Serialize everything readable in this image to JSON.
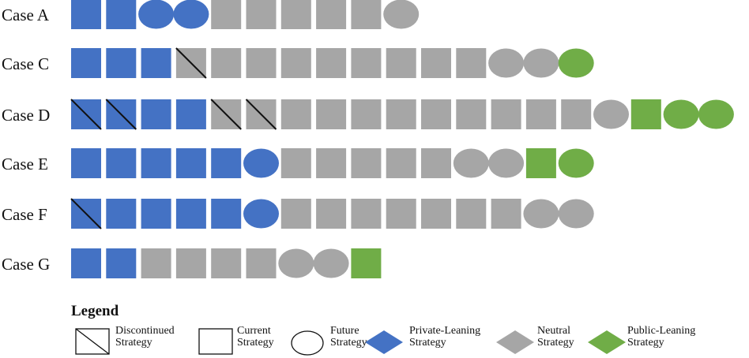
{
  "colors": {
    "private": "#4472c4",
    "neutral": "#a6a6a6",
    "public": "#70ad47",
    "outline": "#111111"
  },
  "rows": [
    {
      "label": "Case A",
      "items": [
        {
          "shape": "square",
          "lean": "private"
        },
        {
          "shape": "square",
          "lean": "private"
        },
        {
          "shape": "ellipse",
          "lean": "private"
        },
        {
          "shape": "ellipse",
          "lean": "private"
        },
        {
          "shape": "square",
          "lean": "neutral"
        },
        {
          "shape": "square",
          "lean": "neutral"
        },
        {
          "shape": "square",
          "lean": "neutral"
        },
        {
          "shape": "square",
          "lean": "neutral"
        },
        {
          "shape": "square",
          "lean": "neutral"
        },
        {
          "shape": "ellipse",
          "lean": "neutral"
        }
      ]
    },
    {
      "label": "Case C",
      "items": [
        {
          "shape": "square",
          "lean": "private"
        },
        {
          "shape": "square",
          "lean": "private"
        },
        {
          "shape": "square",
          "lean": "private"
        },
        {
          "shape": "square",
          "lean": "neutral",
          "discontinued": true
        },
        {
          "shape": "square",
          "lean": "neutral"
        },
        {
          "shape": "square",
          "lean": "neutral"
        },
        {
          "shape": "square",
          "lean": "neutral"
        },
        {
          "shape": "square",
          "lean": "neutral"
        },
        {
          "shape": "square",
          "lean": "neutral"
        },
        {
          "shape": "square",
          "lean": "neutral"
        },
        {
          "shape": "square",
          "lean": "neutral"
        },
        {
          "shape": "square",
          "lean": "neutral"
        },
        {
          "shape": "ellipse",
          "lean": "neutral"
        },
        {
          "shape": "ellipse",
          "lean": "neutral"
        },
        {
          "shape": "ellipse",
          "lean": "public"
        }
      ]
    },
    {
      "label": "Case D",
      "items": [
        {
          "shape": "square",
          "lean": "private",
          "discontinued": true
        },
        {
          "shape": "square",
          "lean": "private",
          "discontinued": true
        },
        {
          "shape": "square",
          "lean": "private"
        },
        {
          "shape": "square",
          "lean": "private"
        },
        {
          "shape": "square",
          "lean": "neutral",
          "discontinued": true
        },
        {
          "shape": "square",
          "lean": "neutral",
          "discontinued": true
        },
        {
          "shape": "square",
          "lean": "neutral"
        },
        {
          "shape": "square",
          "lean": "neutral"
        },
        {
          "shape": "square",
          "lean": "neutral"
        },
        {
          "shape": "square",
          "lean": "neutral"
        },
        {
          "shape": "square",
          "lean": "neutral"
        },
        {
          "shape": "square",
          "lean": "neutral"
        },
        {
          "shape": "square",
          "lean": "neutral"
        },
        {
          "shape": "square",
          "lean": "neutral"
        },
        {
          "shape": "square",
          "lean": "neutral"
        },
        {
          "shape": "ellipse",
          "lean": "neutral"
        },
        {
          "shape": "square",
          "lean": "public"
        },
        {
          "shape": "ellipse",
          "lean": "public"
        },
        {
          "shape": "ellipse",
          "lean": "public"
        }
      ]
    },
    {
      "label": "Case E",
      "items": [
        {
          "shape": "square",
          "lean": "private"
        },
        {
          "shape": "square",
          "lean": "private"
        },
        {
          "shape": "square",
          "lean": "private"
        },
        {
          "shape": "square",
          "lean": "private"
        },
        {
          "shape": "square",
          "lean": "private"
        },
        {
          "shape": "ellipse",
          "lean": "private"
        },
        {
          "shape": "square",
          "lean": "neutral"
        },
        {
          "shape": "square",
          "lean": "neutral"
        },
        {
          "shape": "square",
          "lean": "neutral"
        },
        {
          "shape": "square",
          "lean": "neutral"
        },
        {
          "shape": "square",
          "lean": "neutral"
        },
        {
          "shape": "ellipse",
          "lean": "neutral"
        },
        {
          "shape": "ellipse",
          "lean": "neutral"
        },
        {
          "shape": "square",
          "lean": "public"
        },
        {
          "shape": "ellipse",
          "lean": "public"
        }
      ]
    },
    {
      "label": "Case F",
      "items": [
        {
          "shape": "square",
          "lean": "private",
          "discontinued": true
        },
        {
          "shape": "square",
          "lean": "private"
        },
        {
          "shape": "square",
          "lean": "private"
        },
        {
          "shape": "square",
          "lean": "private"
        },
        {
          "shape": "square",
          "lean": "private"
        },
        {
          "shape": "ellipse",
          "lean": "private"
        },
        {
          "shape": "square",
          "lean": "neutral"
        },
        {
          "shape": "square",
          "lean": "neutral"
        },
        {
          "shape": "square",
          "lean": "neutral"
        },
        {
          "shape": "square",
          "lean": "neutral"
        },
        {
          "shape": "square",
          "lean": "neutral"
        },
        {
          "shape": "square",
          "lean": "neutral"
        },
        {
          "shape": "square",
          "lean": "neutral"
        },
        {
          "shape": "ellipse",
          "lean": "neutral"
        },
        {
          "shape": "ellipse",
          "lean": "neutral"
        }
      ]
    },
    {
      "label": "Case G",
      "items": [
        {
          "shape": "square",
          "lean": "private"
        },
        {
          "shape": "square",
          "lean": "private"
        },
        {
          "shape": "square",
          "lean": "neutral"
        },
        {
          "shape": "square",
          "lean": "neutral"
        },
        {
          "shape": "square",
          "lean": "neutral"
        },
        {
          "shape": "square",
          "lean": "neutral"
        },
        {
          "shape": "ellipse",
          "lean": "neutral"
        },
        {
          "shape": "ellipse",
          "lean": "neutral"
        },
        {
          "shape": "square",
          "lean": "public"
        }
      ]
    }
  ],
  "legend": {
    "title": "Legend",
    "items": [
      {
        "key": "discontinued",
        "symbol": "discontinued",
        "line1": "Discontinued",
        "line2": "Strategy"
      },
      {
        "key": "current",
        "symbol": "square-outline",
        "line1": "Current",
        "line2": "Strategy"
      },
      {
        "key": "future",
        "symbol": "ellipse-outline",
        "line1": "Future",
        "line2": "Strategy"
      },
      {
        "key": "private",
        "symbol": "diamond-private",
        "line1": "Private-Leaning",
        "line2": "Strategy"
      },
      {
        "key": "neutral",
        "symbol": "diamond-neutral",
        "line1": "Neutral",
        "line2": "Strategy"
      },
      {
        "key": "public",
        "symbol": "diamond-public",
        "line1": "Public-Leaning",
        "line2": "Strategy"
      }
    ]
  }
}
